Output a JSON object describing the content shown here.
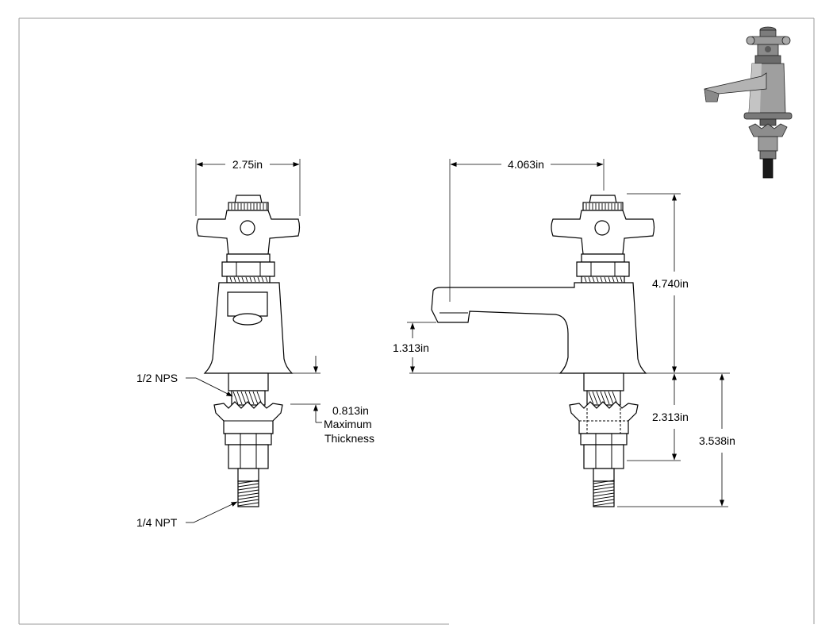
{
  "dimensions": {
    "width": "2.75in",
    "spout_reach": "4.063in",
    "overall_height": "4.740in",
    "spout_height": "1.313in",
    "shank_length": "2.313in",
    "below_deck": "3.538in",
    "max_thickness_value": "0.813in",
    "max_thickness_line1": "Maximum",
    "max_thickness_line2": "Thickness"
  },
  "callouts": {
    "nps": "1/2 NPS",
    "npt": "1/4 NPT"
  },
  "colors": {
    "line": "#000000",
    "background": "#ffffff",
    "frame": "#9a9a9a"
  }
}
